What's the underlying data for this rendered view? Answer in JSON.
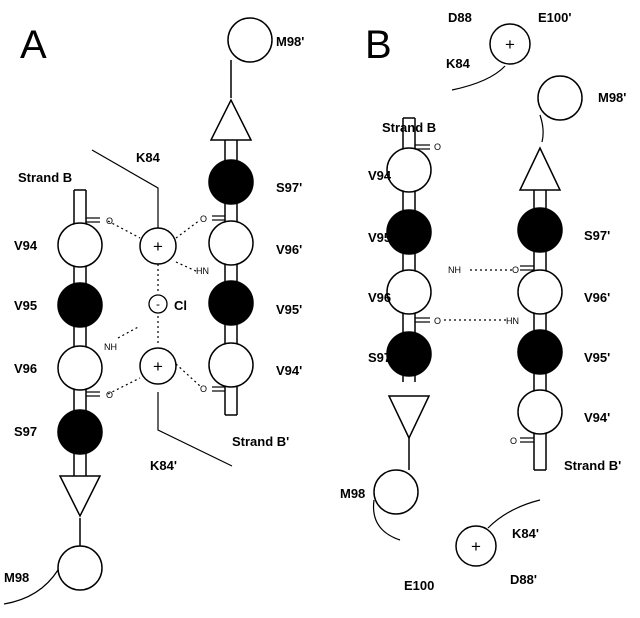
{
  "panel_a": {
    "panel_label": "A",
    "labels": {
      "k84_top": "K84",
      "strand_b": "Strand B",
      "s97p": "S97'",
      "v94": "V94",
      "v96p": "V96'",
      "v95": "V95",
      "cl": "Cl",
      "v95p": "V95'",
      "v96": "V96",
      "v94p": "V94'",
      "s97": "S97",
      "strand_bp": "Strand B'",
      "k84p": "K84'",
      "m98": "M98",
      "m98p": "M98'"
    },
    "atoms": {
      "o1": "O",
      "o2": "O",
      "hn1": "HN",
      "nh1": "NH",
      "o3": "O",
      "o4": "O"
    },
    "charges": {
      "plus": "+",
      "minus": "-"
    }
  },
  "panel_b": {
    "panel_label": "B",
    "labels": {
      "d88": "D88",
      "e100p": "E100'",
      "k84": "K84",
      "m98p": "M98'",
      "strand_b": "Strand B",
      "v94": "V94",
      "v95": "V95",
      "s97p": "S97'",
      "v96": "V96",
      "v96p": "V96'",
      "s97": "S97",
      "v95p": "V95'",
      "v94p": "V94'",
      "strand_bp": "Strand B'",
      "m98": "M98",
      "k84p": "K84'",
      "e100": "E100",
      "d88p": "D88'"
    },
    "atoms": {
      "o1": "O",
      "nh1": "NH",
      "o2": "O",
      "o3": "O",
      "hn1": "HN",
      "o4": "O"
    },
    "charges": {
      "plus": "+"
    }
  }
}
